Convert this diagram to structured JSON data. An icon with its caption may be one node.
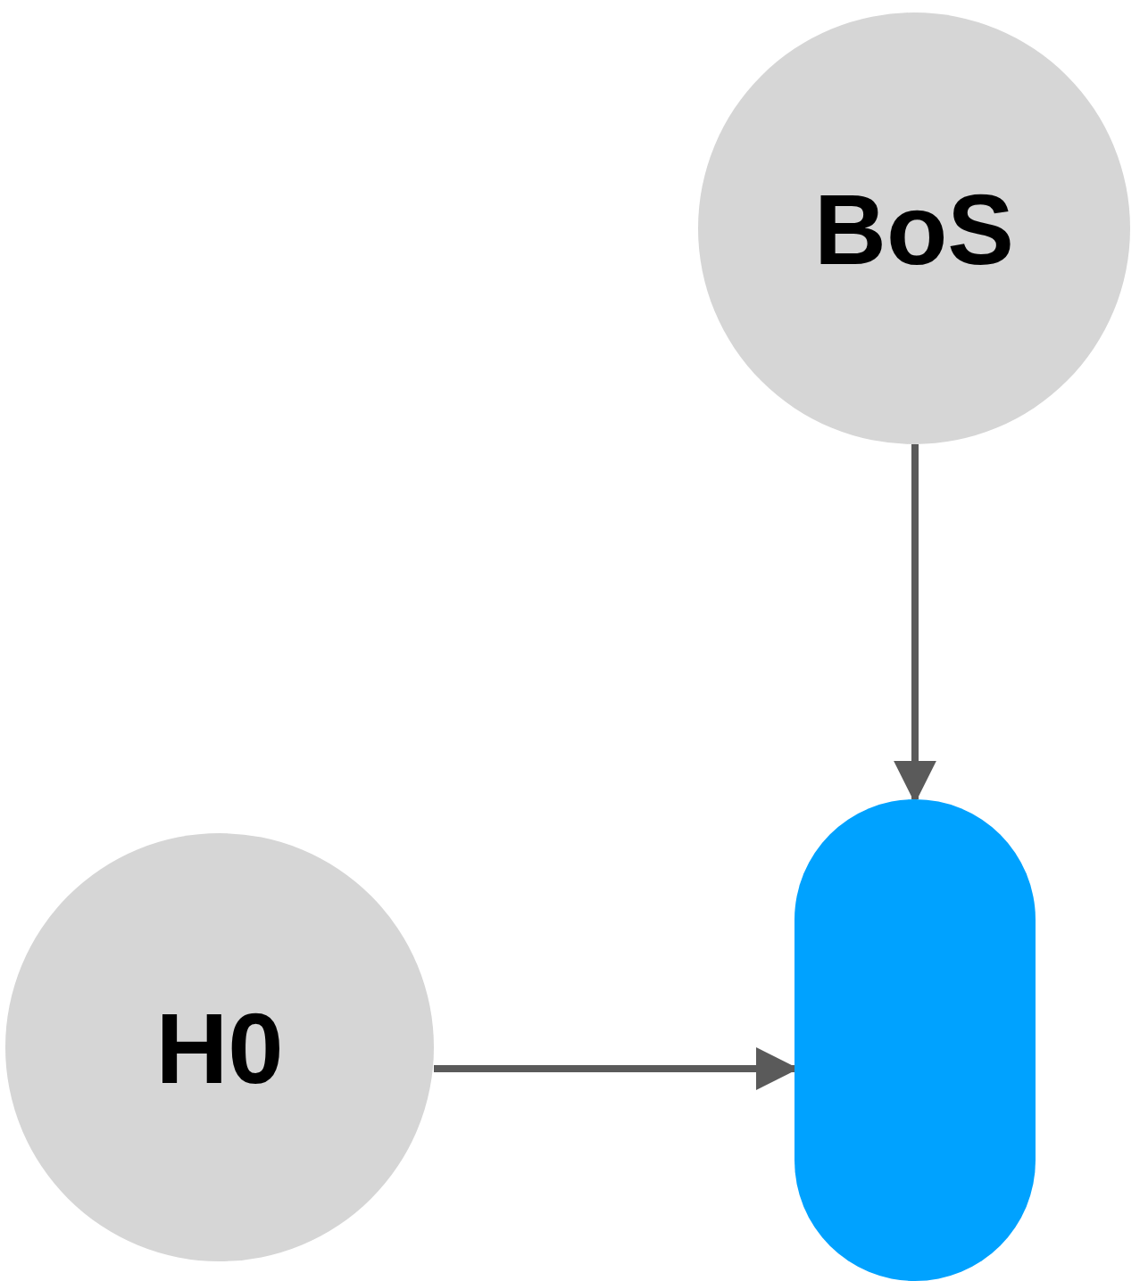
{
  "diagram": {
    "nodes": [
      {
        "text": [
          "BoS"
        ]
      },
      {
        "text": [
          "H0"
        ]
      },
      {
        "text": [],
        "shape": "capsule"
      }
    ],
    "edges": [
      {
        "from": 0,
        "to": 2,
        "arrow": "to"
      },
      {
        "from": 1,
        "to": 2,
        "arrow": "to"
      }
    ]
  }
}
